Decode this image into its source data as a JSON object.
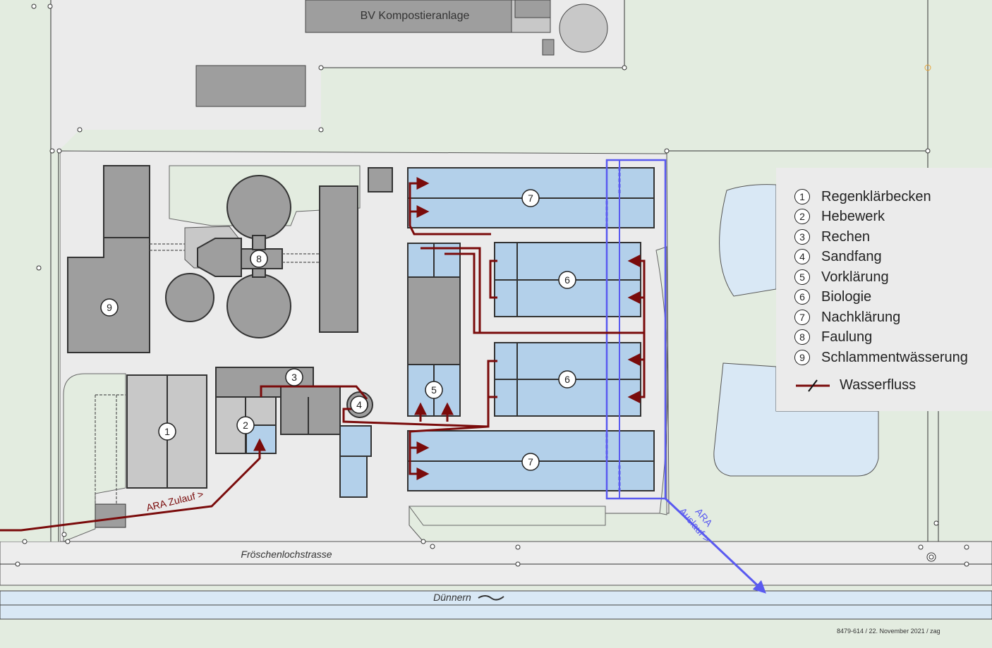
{
  "map": {
    "building_label_top": "BV Kompostieranlage",
    "street_label": "Fröschenlochstrasse",
    "river_label": "Dünnern",
    "inflow_label": "ARA Zulauf >",
    "outflow_label_line1": "ARA",
    "outflow_label_line2": "Auslauf >",
    "footer": "8479-614 / 22. November 2021 / zag",
    "markers": [
      "9",
      "8",
      "1",
      "2",
      "3",
      "4",
      "5",
      "6",
      "6",
      "7",
      "7"
    ]
  },
  "legend": {
    "items": [
      {
        "num": "1",
        "label": "Regenklärbecken"
      },
      {
        "num": "2",
        "label": "Hebewerk"
      },
      {
        "num": "3",
        "label": "Rechen"
      },
      {
        "num": "4",
        "label": "Sandfang"
      },
      {
        "num": "5",
        "label": "Vorklärung"
      },
      {
        "num": "6",
        "label": "Biologie"
      },
      {
        "num": "7",
        "label": "Nachklärung"
      },
      {
        "num": "8",
        "label": "Faulung"
      },
      {
        "num": "9",
        "label": "Schlammentwässerung"
      }
    ],
    "flow_label": "Wasserfluss"
  },
  "colors": {
    "background": "#e3ece0",
    "paved": "#ebebeb",
    "building_dark": "#9e9e9e",
    "building_light": "#c8c8c8",
    "tank_water": "#b3d0ea",
    "pond": "#d9e8f5",
    "flow_red": "#7a0b0b",
    "outflow_blue": "#5a5af0"
  }
}
